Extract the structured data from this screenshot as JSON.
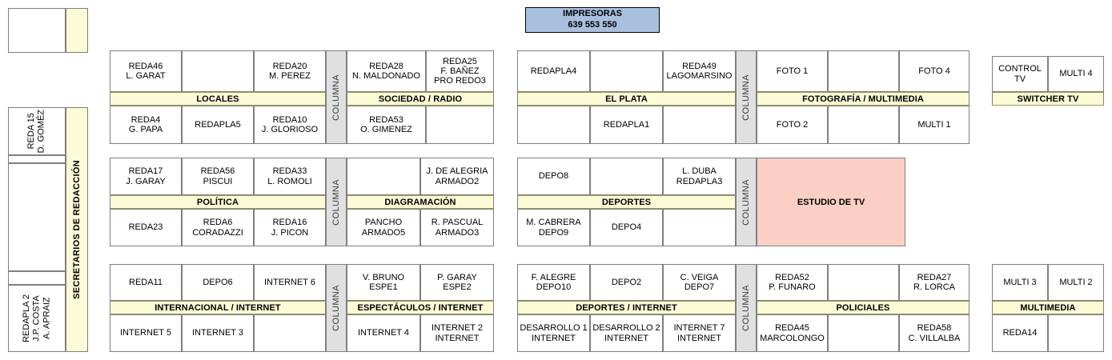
{
  "colors": {
    "banner_fill": "#fbfbd8",
    "banner_border": "#9a9a52",
    "cell_border": "#7f7f7f",
    "columna_fill": "#e0e0e0",
    "printers_fill": "#a8c0de",
    "studio_fill": "#fbcfc4"
  },
  "printers": {
    "title": "IMPRESORAS",
    "numbers": "639   553   550"
  },
  "columna_label": "COLUMNA",
  "sidebar": {
    "vertical_label": "SECRETARIOS DE REDACCIÓN",
    "top_empty": "",
    "cells": [
      "REDA 15\nD. GOMÉZ",
      "",
      "",
      "REDAPLA 2\nJ.P. COSTA\nA. APRAIZ"
    ]
  },
  "studio": {
    "label": "ESTUDIO DE TV"
  },
  "blocks": [
    {
      "id": "locales",
      "banner": "LOCALES",
      "top": [
        "REDA46\nL. GARAT",
        "",
        "REDA20\nM. PEREZ"
      ],
      "bottom": [
        "REDA4\nG. PAPA",
        "REDAPLA5",
        "REDA10\nJ. GLORIOSO"
      ]
    },
    {
      "id": "sociedad-radio",
      "banner": "SOCIEDAD / RADIO",
      "top": [
        "REDA28\nN. MALDONADO",
        "REDA25\nF. BAÑEZ\nPRO REDO3"
      ],
      "bottom": [
        "REDA53\nO. GIMENEZ",
        ""
      ]
    },
    {
      "id": "el-plata",
      "banner": "EL PLATA",
      "top": [
        "REDAPLA4",
        "",
        "REDA49\nLAGOMARSINO"
      ],
      "bottom": [
        "",
        "REDAPLA1",
        ""
      ]
    },
    {
      "id": "fotografia-multimedia",
      "banner": "FOTOGRAFÍA / MULTIMEDIA",
      "top": [
        "FOTO 1",
        "",
        "FOTO 4"
      ],
      "bottom": [
        "FOTO 2",
        "",
        "MULTI 1"
      ]
    },
    {
      "id": "switcher-tv",
      "banner": "SWITCHER TV",
      "top": [
        "CONTROL TV",
        "MULTI 4"
      ],
      "bottom": []
    },
    {
      "id": "politica",
      "banner": "POLÍTICA",
      "top": [
        "REDA17\nJ. GARAY",
        "REDA56\nPISCUI",
        "REDA33\nL. ROMOLI"
      ],
      "bottom": [
        "REDA23",
        "REDA6\nCORADAZZI",
        "REDA16\nJ. PICON"
      ]
    },
    {
      "id": "diagramacion",
      "banner": "DIAGRAMACIÓN",
      "top": [
        "",
        "J. DE ALEGRIA\nARMADO2"
      ],
      "bottom": [
        "PANCHO\nARMADO5",
        "R. PASCUAL\nARMADO3"
      ]
    },
    {
      "id": "deportes",
      "banner": "DEPORTES",
      "top": [
        "DEPO8",
        "",
        "L. DUBA\nREDAPLA3"
      ],
      "bottom": [
        "M. CABRERA\nDEPO9",
        "DEPO4",
        ""
      ]
    },
    {
      "id": "internacional-internet",
      "banner": "INTERNACIONAL / INTERNET",
      "top": [
        "REDA11",
        "DEPO6",
        "INTERNET 6"
      ],
      "bottom": [
        "INTERNET 5",
        "INTERNET 3",
        ""
      ]
    },
    {
      "id": "espectaculos-internet",
      "banner": "ESPECTÁCULOS / INTERNET",
      "top": [
        "V. BRUNO\nESPE1",
        "P. GARAY\nESPE2"
      ],
      "bottom": [
        "INTERNET 4",
        "INTERNET 2\nINTERNET"
      ]
    },
    {
      "id": "deportes-internet",
      "banner": "DEPORTES / INTERNET",
      "top": [
        "F. ALEGRE\nDEPO10",
        "DEPO2",
        "C. VEIGA\nDEPO7"
      ],
      "bottom": [
        "DESARROLLO 1\nINTERNET",
        "DESARROLLO 2\nINTERNET",
        "INTERNET 7\nINTERNET"
      ]
    },
    {
      "id": "policiales",
      "banner": "POLICIALES",
      "top": [
        "REDA52\nP. FUNARO",
        "",
        "REDA27\nR. LORCA"
      ],
      "bottom": [
        "REDA45\nMARCOLONGO",
        "",
        "REDA58\nC. VILLALBA"
      ]
    },
    {
      "id": "multimedia",
      "banner": "MULTIMEDIA",
      "top": [
        "MULTI 3",
        "MULTI 2"
      ],
      "bottom": [
        "REDA14",
        ""
      ]
    }
  ]
}
